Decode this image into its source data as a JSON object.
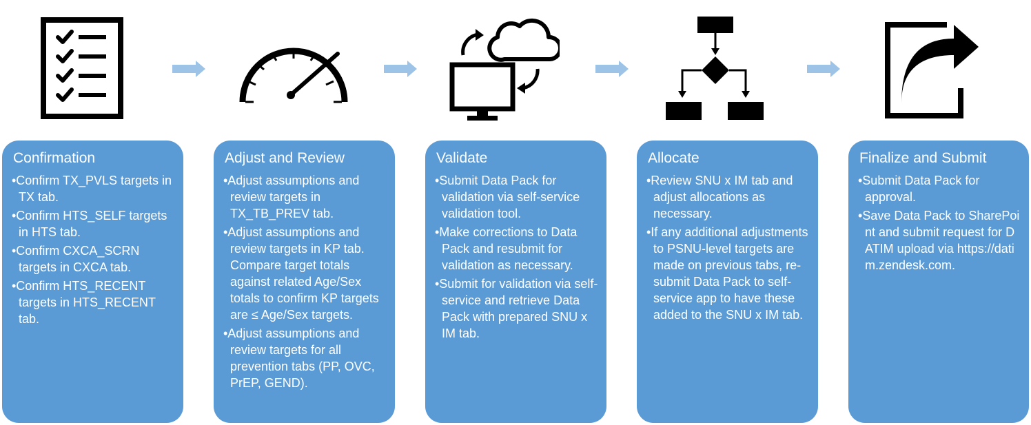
{
  "steps": [
    {
      "icon": "checklist-icon",
      "title": "Confirmation",
      "bullets": [
        "•Confirm TX_PVLS targets in TX tab.",
        "•Confirm HTS_SELF targets in HTS tab.",
        "•Confirm CXCA_SCRN targets in CXCA tab.",
        "•Confirm HTS_RECENT targets in HTS_RECENT tab."
      ]
    },
    {
      "icon": "speedometer-icon",
      "title": "Adjust and Review",
      "bullets": [
        "•Adjust assumptions and review targets in TX_TB_PREV tab.",
        "•Adjust assumptions and review targets in KP tab. Compare target totals against related Age/Sex totals to confirm KP targets are ≤ Age/Sex targets.",
        "•Adjust assumptions and review targets for all prevention tabs (PP, OVC, PrEP, GEND)."
      ]
    },
    {
      "icon": "cloud-sync-monitor-icon",
      "title": "Validate",
      "bullets": [
        "•Submit Data Pack for validation via self-service validation tool.",
        "•Make corrections to Data Pack and resubmit for validation as necessary.",
        "•Submit for validation via self-service and retrieve Data Pack with prepared SNU x IM tab."
      ]
    },
    {
      "icon": "flowchart-icon",
      "title": "Allocate",
      "bullets": [
        "•Review SNU x IM tab and adjust allocations as necessary.",
        "•If any additional adjustments to PSNU-level targets are made on previous tabs, re-submit Data Pack to self-service app to have these added to the SNU x IM tab."
      ]
    },
    {
      "icon": "share-arrow-icon",
      "title": "Finalize and Submit",
      "bullets": [
        "•Submit Data Pack for approval.",
        "•Save Data Pack to SharePoint and submit request for DATIM upload via https://datim.zendesk.com."
      ]
    }
  ],
  "colors": {
    "card": "#5b9bd5",
    "arrow": "#9dc3e6",
    "icon": "#000000",
    "text": "#ffffff"
  }
}
